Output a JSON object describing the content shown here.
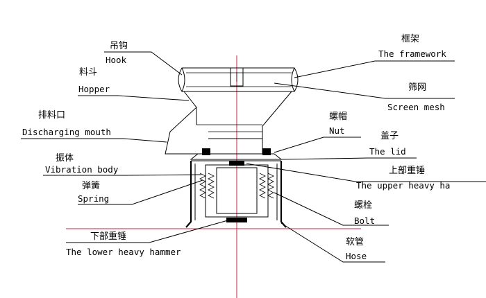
{
  "labels": {
    "hook": {
      "zh": "吊钩",
      "en": "Hook"
    },
    "framework": {
      "zh": "框架",
      "en": "The framework"
    },
    "hopper": {
      "zh": "料斗",
      "en": "Hopper"
    },
    "screen": {
      "zh": "筛网",
      "en": "Screen mesh"
    },
    "discharge": {
      "zh": "排料口",
      "en": "Discharging mouth"
    },
    "nut": {
      "zh": "螺帽",
      "en": "Nut"
    },
    "lid": {
      "zh": "盖子",
      "en": "The lid"
    },
    "vibration": {
      "zh": "振体",
      "en": "Vibration body"
    },
    "upper": {
      "zh": "上部重锤",
      "en": "The upper heavy ha"
    },
    "spring": {
      "zh": "弹簧",
      "en": "Spring"
    },
    "bolt": {
      "zh": "螺栓",
      "en": "Bolt"
    },
    "lower": {
      "zh": "下部重锤",
      "en": "The lower heavy hammer"
    },
    "hose": {
      "zh": "软管",
      "en": "Hose"
    }
  }
}
